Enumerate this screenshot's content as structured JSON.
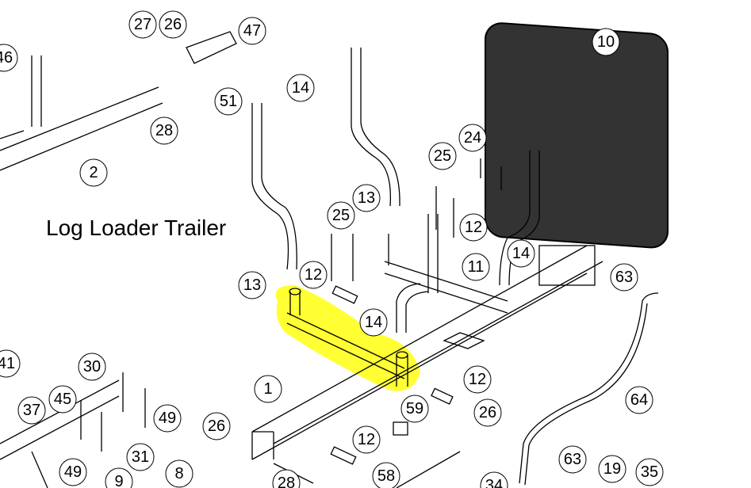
{
  "title": "Log Loader Trailer",
  "colors": {
    "highlight": "#ffff33",
    "screen": "#333333"
  },
  "callouts": [
    "46",
    "27",
    "26",
    "47",
    "51",
    "28",
    "2",
    "14",
    "10",
    "24",
    "25",
    "13",
    "25",
    "12",
    "11",
    "14",
    "12",
    "13",
    "14",
    "63",
    "41",
    "30",
    "45",
    "37",
    "49",
    "1",
    "12",
    "64",
    "59",
    "26",
    "26",
    "12",
    "49",
    "31",
    "8",
    "9",
    "28",
    "58",
    "34",
    "63",
    "19",
    "35"
  ]
}
